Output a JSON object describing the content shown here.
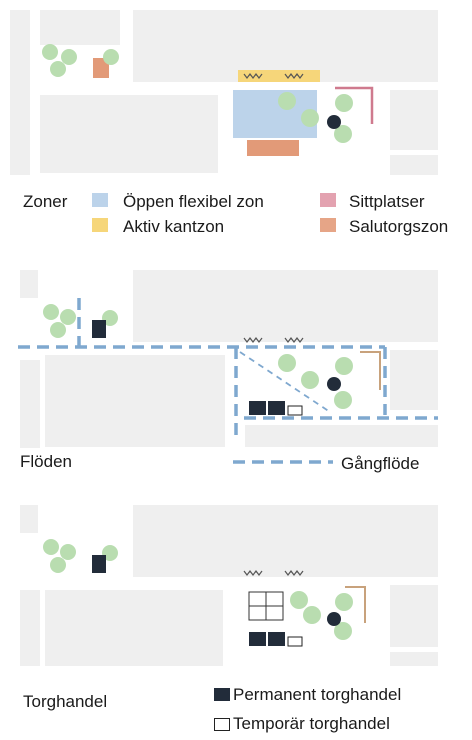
{
  "colors": {
    "building": "#efefef",
    "tree": "#b9ddb0",
    "seating": "#cf7a8e",
    "market": "#e29a78",
    "flex": "#bcd3ea",
    "edge": "#f6d67a",
    "flow": "#7fa8cf",
    "bench": "#c8a27c",
    "dark": "#222c3a"
  },
  "zones": {
    "title": "Zoner",
    "legend": [
      {
        "label": "Öppen flexibel zon",
        "color": "#bcd3ea"
      },
      {
        "label": "Sittplatser",
        "color": "#e3a2b0"
      },
      {
        "label": "Aktiv kantzon",
        "color": "#f6d67a"
      },
      {
        "label": "Salutorgszon",
        "color": "#e6a587"
      }
    ]
  },
  "flows": {
    "title": "Flöden",
    "legend_flow": "Gångflöde"
  },
  "market": {
    "title": "Torghandel",
    "legend_permanent": "Permanent torghandel",
    "legend_temporary": "Temporär torghandel"
  }
}
